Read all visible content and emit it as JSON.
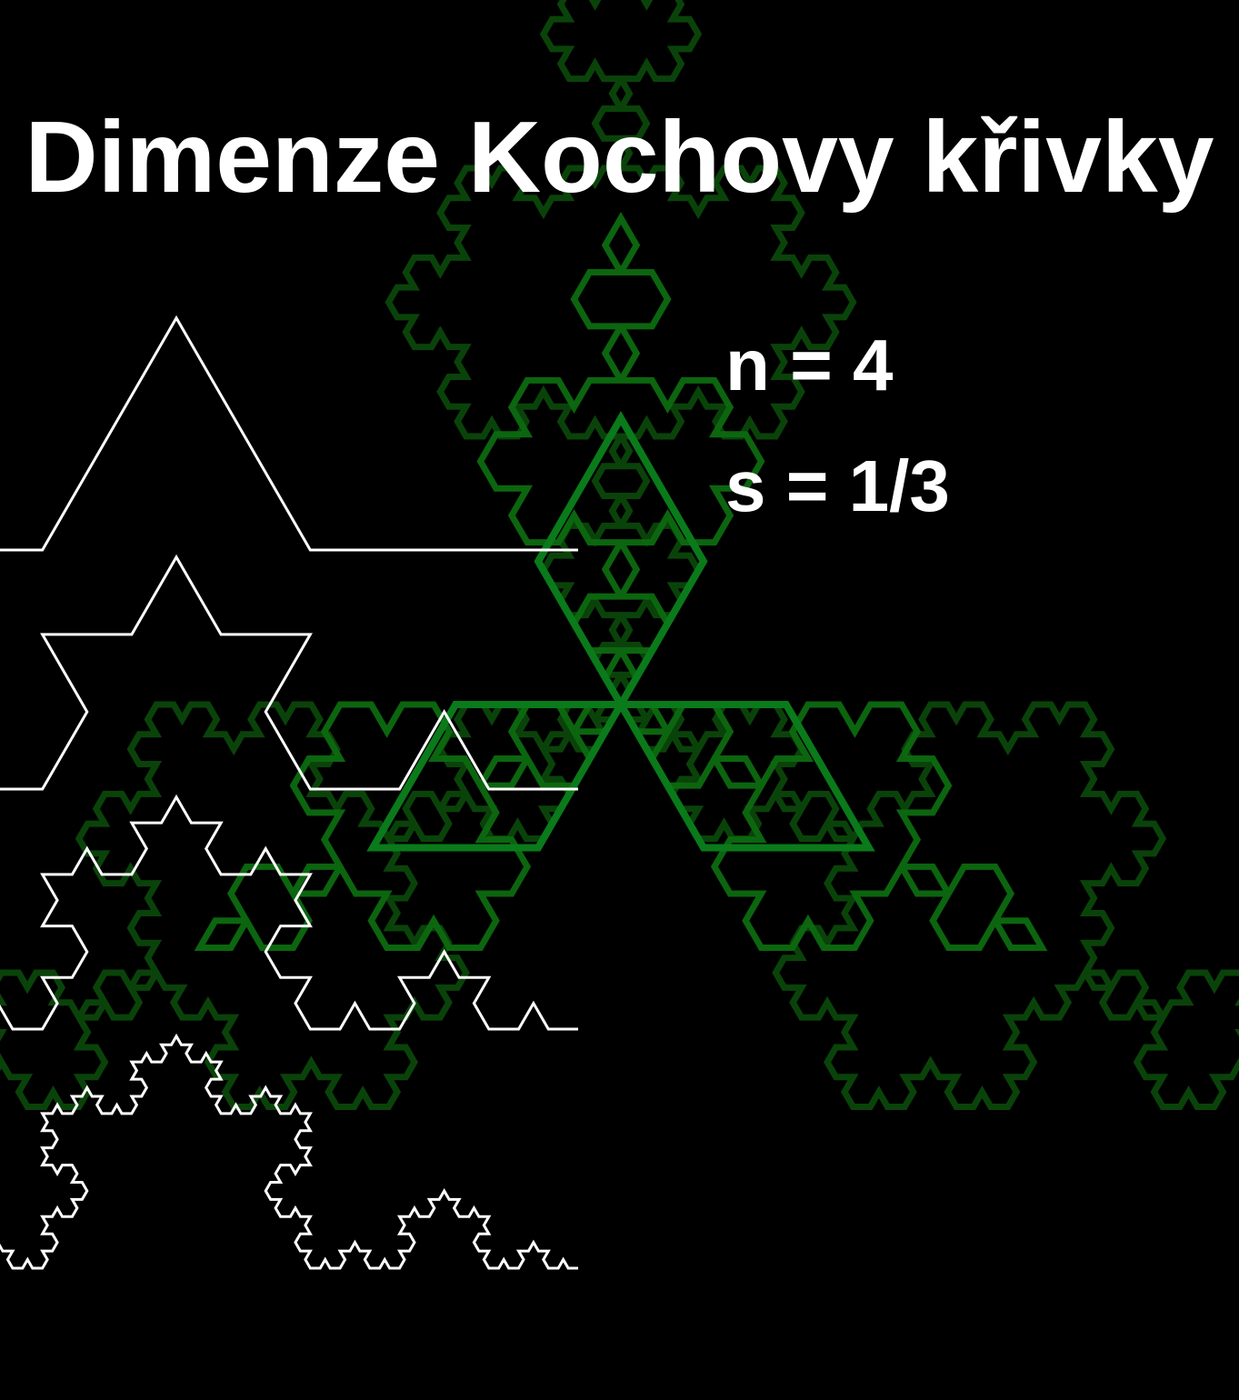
{
  "title": "Dimenze Kochovy křivky",
  "formulas": {
    "n": "n = 4",
    "s": "s = 1/3"
  },
  "colors": {
    "background": "#000000",
    "curve": "#ffffff",
    "snowflake_outer": "#0b4a0b",
    "snowflake_middle": "#0d6a10",
    "snowflake_inner": "#0a7a1a"
  },
  "koch_iterations_shown": [
    1,
    2,
    3,
    4
  ]
}
